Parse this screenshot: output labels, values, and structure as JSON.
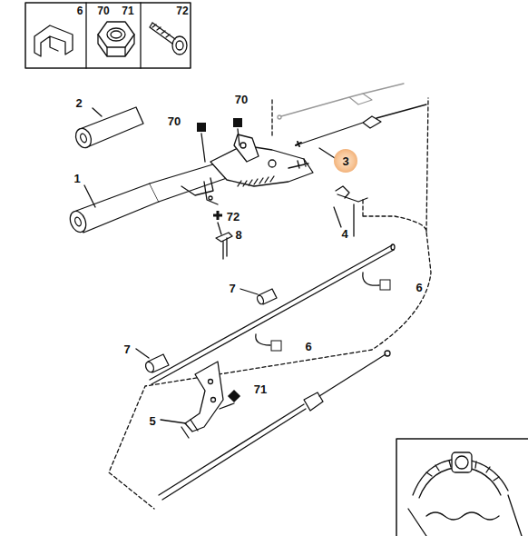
{
  "diagram": {
    "labels": [
      "6",
      "70",
      "71",
      "72",
      "70",
      "70",
      "2",
      "3",
      "1",
      "72",
      "4",
      "8",
      "7",
      "6",
      "7",
      "6",
      "71",
      "5"
    ]
  }
}
